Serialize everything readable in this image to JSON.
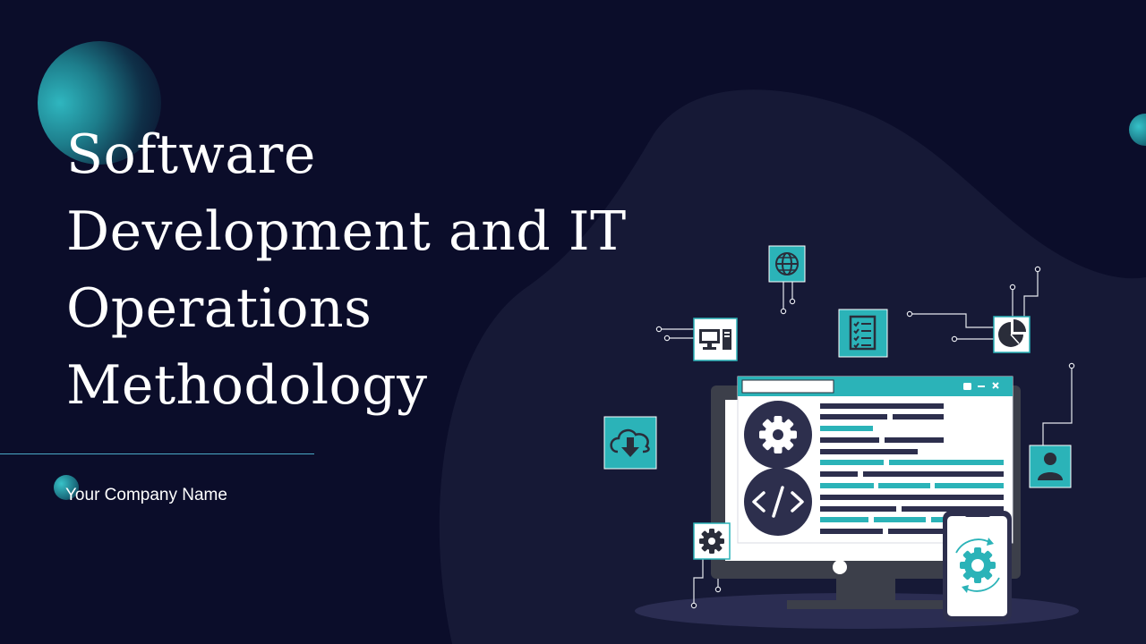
{
  "slide": {
    "title_lines": [
      "Software",
      "Development and IT",
      "Operations",
      "Methodology"
    ],
    "subtitle": "Your Company Name"
  },
  "illustration": {
    "icons": [
      "globe-icon",
      "desktop-computer-icon",
      "checklist-icon",
      "pie-chart-icon",
      "cloud-download-icon",
      "user-icon",
      "gear-icon",
      "code-icon",
      "sync-gear-icon"
    ]
  },
  "colors": {
    "background": "#0b0d2a",
    "blob": "#161936",
    "accent": "#2bb3b8",
    "monitor": "#3c3f4a",
    "text": "#ffffff",
    "dark_bar": "#2d2f4d"
  }
}
